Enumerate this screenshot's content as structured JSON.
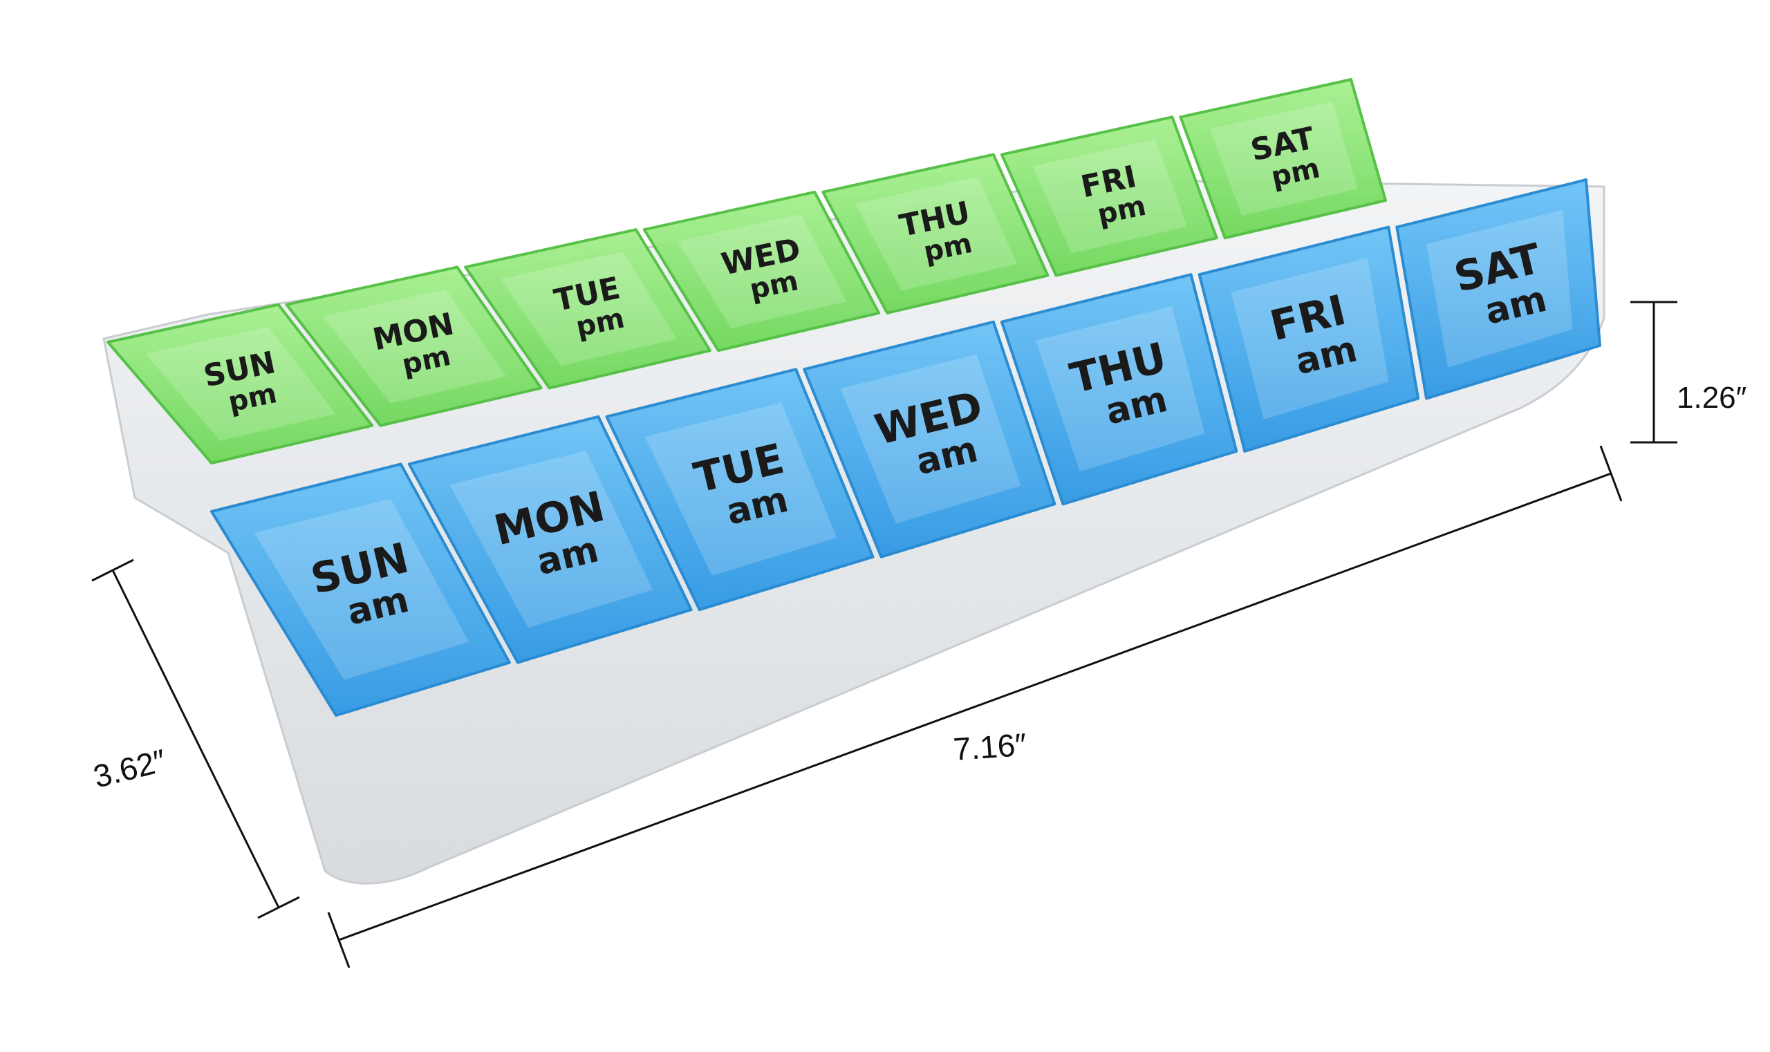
{
  "colors": {
    "pm_lid": "#7ee36a",
    "am_lid": "#3fa7ee",
    "tray": "#e6e8ea",
    "dim_line": "#111111"
  },
  "pm_row": [
    {
      "day": "SUN",
      "period": "pm"
    },
    {
      "day": "MON",
      "period": "pm"
    },
    {
      "day": "TUE",
      "period": "pm"
    },
    {
      "day": "WED",
      "period": "pm"
    },
    {
      "day": "THU",
      "period": "pm"
    },
    {
      "day": "FRI",
      "period": "pm"
    },
    {
      "day": "SAT",
      "period": "pm"
    }
  ],
  "am_row": [
    {
      "day": "SUN",
      "period": "am"
    },
    {
      "day": "MON",
      "period": "am"
    },
    {
      "day": "TUE",
      "period": "am"
    },
    {
      "day": "WED",
      "period": "am"
    },
    {
      "day": "THU",
      "period": "am"
    },
    {
      "day": "FRI",
      "period": "am"
    },
    {
      "day": "SAT",
      "period": "am"
    }
  ],
  "dimensions": {
    "length": "7.16″",
    "width": "3.62″",
    "height": "1.26″"
  }
}
